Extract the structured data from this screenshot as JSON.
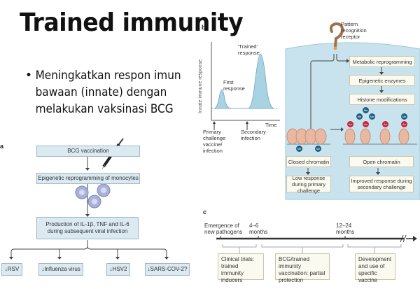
{
  "slide": {
    "title": "Trained immunity",
    "bullet": "Meningkatkan respon imun bawaan (innate) dengan melakukan vaksinasi BCG"
  },
  "panel_a": {
    "label": "a",
    "steps": [
      "BCG vaccination",
      "Epigenetic reprogramming of monocytes",
      "Production of IL-1β, TNF and IL-6 during subsequent viral infection"
    ],
    "outcomes": [
      "↓RSV",
      "↓Influenza virus",
      "↓HSV2",
      "↓SARS-COV-2?"
    ],
    "icons": [
      "syringe-icon",
      "monocyte-cells-icon"
    ]
  },
  "panel_b": {
    "label": "b",
    "graph": {
      "ylabel": "Innate immune response",
      "xlabel": "Time",
      "peak1": "First response",
      "peak2": "'Trained' response",
      "event1": "Primary challenge vaccine/ infection",
      "event2": "Secondary infection"
    },
    "cell": {
      "receptor": "Pattern recognition receptor",
      "pathway": [
        "Metabolic reprogramming",
        "Epigenetic enzymes",
        "Histone modifications"
      ],
      "closed": "Closed chromatin",
      "open": "Open chromatin",
      "closed_result": "Low response during primary challenge",
      "open_result": "Improved response during secondary challenge",
      "marks": {
        "me": "Me",
        "ac": "Ac"
      }
    }
  },
  "panel_c": {
    "label": "c",
    "timeline": [
      {
        "label": "Emergence of new pathogens"
      },
      {
        "label": "4–6 months"
      },
      {
        "label": "12–24 months"
      }
    ],
    "phases": [
      "Clinical trials: trained immunity inducers",
      "BCG/trained immunity vaccination: partial protection",
      "Development and use of specific vaccine"
    ]
  },
  "colors": {
    "box_blue": "#dbe9f1",
    "cell_blue": "#c9e3ee",
    "curve_fill": "#a9d3e3",
    "me_mark": "#1f5f7f",
    "ac_mark": "#c8283a",
    "receptor": "#a0724a"
  }
}
